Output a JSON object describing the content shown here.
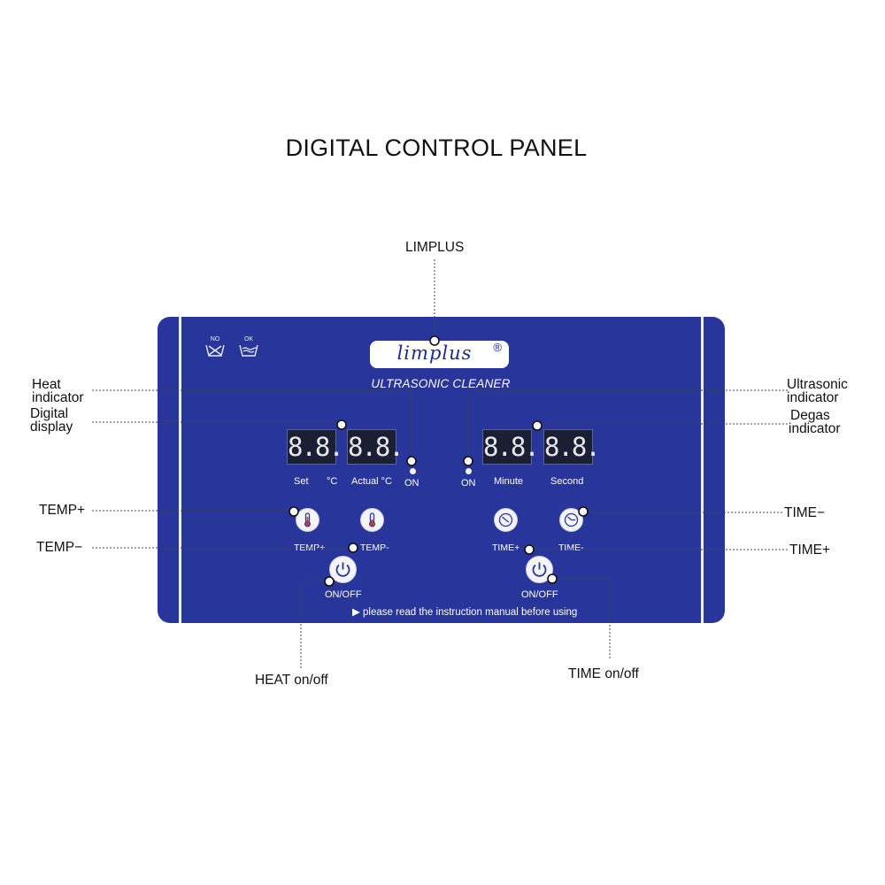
{
  "title": "DIGITAL CONTROL PANEL",
  "callouts": {
    "limplus": "LIMPLUS",
    "heat_indicator_1": "Heat",
    "heat_indicator_2": "indicator",
    "digital_display_1": "Digital",
    "digital_display_2": "display",
    "ultrasonic_indicator_1": "Ultrasonic",
    "ultrasonic_indicator_2": "indicator",
    "degas_indicator_1": "Degas",
    "degas_indicator_2": "indicator",
    "temp_plus": "TEMP+",
    "temp_minus": "TEMP−",
    "time_minus": "TIME−",
    "time_plus": "TIME+",
    "heat_onoff": "HEAT on/off",
    "time_onoff": "TIME on/off"
  },
  "panel": {
    "brand": "limplus",
    "registered": "®",
    "subtitle": "ULTRASONIC CLEANER",
    "wash_no": "NO",
    "wash_ok": "OK",
    "displays": [
      "8.8.",
      "8.8.",
      "8.8.",
      "8.8."
    ],
    "labels": {
      "set": "Set",
      "set_unit": "°C",
      "actual": "Actual °C",
      "on_left": "ON",
      "on_right": "ON",
      "minute": "Minute",
      "second": "Second",
      "temp_plus_btn": "TEMP+",
      "temp_minus_btn": "TEMP-",
      "time_plus_btn": "TIME+",
      "time_minus_btn": "TIME-",
      "heat_power": "ON/OFF",
      "time_power": "ON/OFF"
    },
    "notice": "▶ please read the instruction manual before using"
  },
  "colors": {
    "panel": "#28359a",
    "panel_text": "#ffffff",
    "display_bg": "#1b1f33"
  }
}
